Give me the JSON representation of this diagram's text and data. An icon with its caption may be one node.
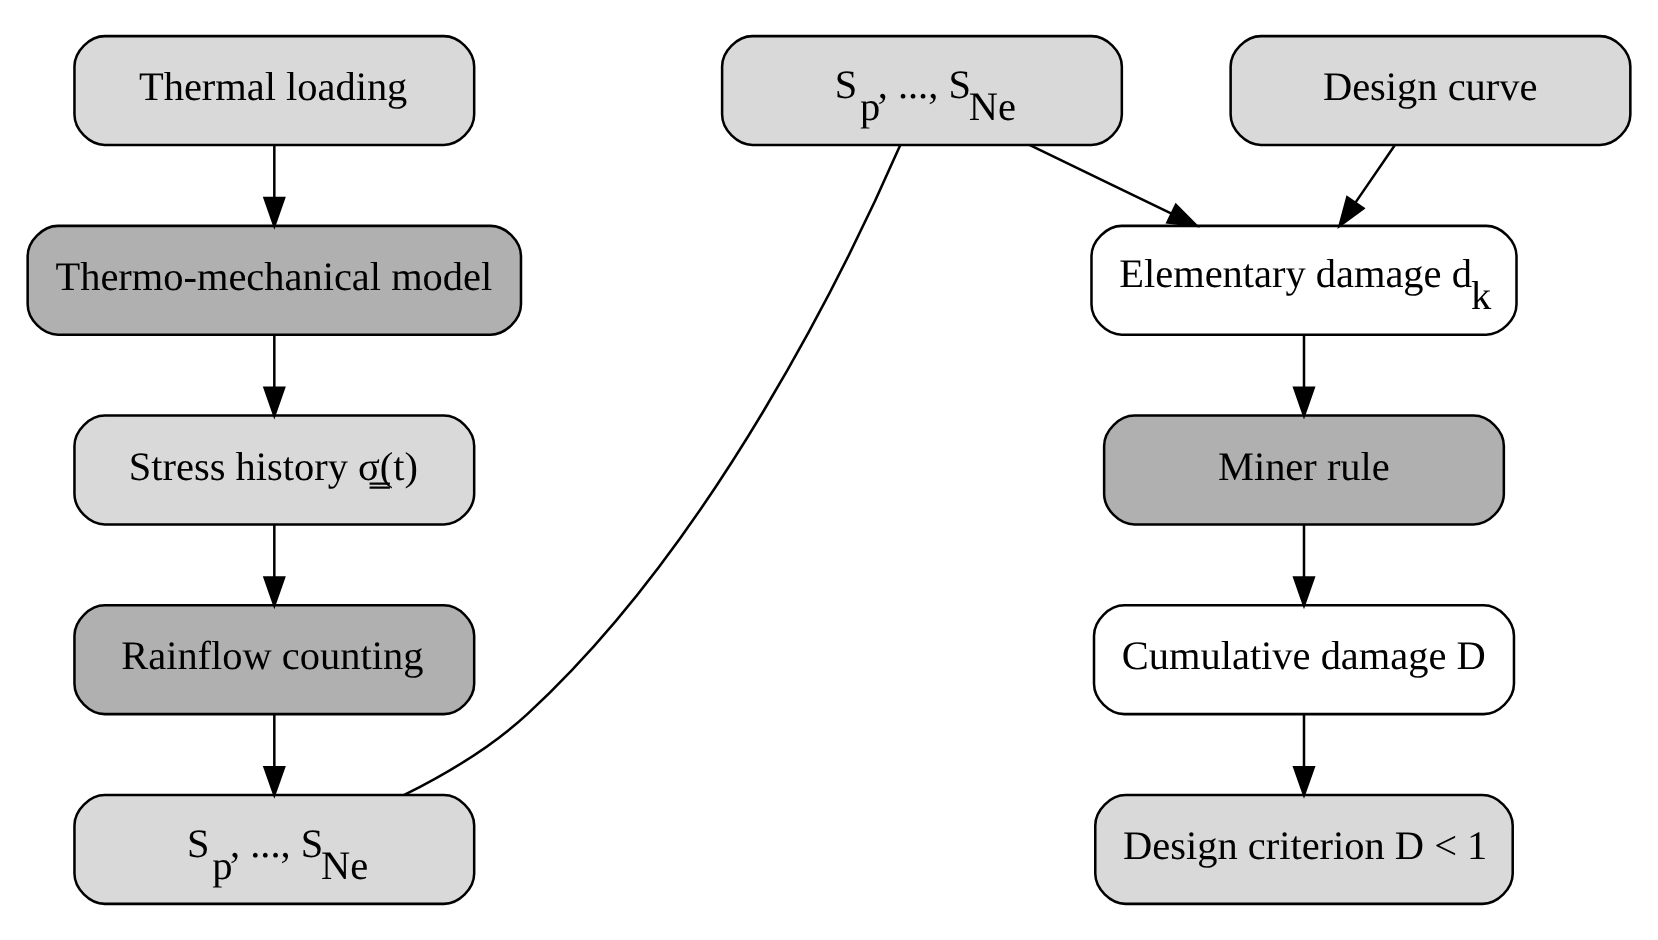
{
  "diagram": {
    "nodes": [
      {
        "text": [
          "Thermal loading"
        ]
      },
      {
        "text": [
          "Thermo-mechanical model"
        ]
      },
      {
        "text": [
          "Stress history σ̳(t)"
        ]
      },
      {
        "text": [
          "Rainflow counting"
        ]
      },
      {
        "text": [
          "S$_{p}$, ..., S$_{Ne}$"
        ]
      },
      {
        "text": [
          "S$_{p}$, ..., S$_{Ne}$"
        ]
      },
      {
        "text": [
          "Design curve"
        ]
      },
      {
        "text": [
          "Elementary damage d$_{k}$"
        ]
      },
      {
        "text": [
          "Miner rule"
        ]
      },
      {
        "text": [
          "Cumulative damage D"
        ]
      },
      {
        "text": [
          "Design criterion D < 1"
        ]
      }
    ],
    "edges": [
      {
        "from": 0,
        "to": 1,
        "arrow": "to"
      },
      {
        "from": 1,
        "to": 2,
        "arrow": "to"
      },
      {
        "from": 2,
        "to": 3,
        "arrow": "to"
      },
      {
        "from": 3,
        "to": 4,
        "arrow": "to"
      },
      {
        "from": 4,
        "to": 5,
        "arrow": "none"
      },
      {
        "from": 5,
        "to": 7,
        "arrow": "to"
      },
      {
        "from": 6,
        "to": 7,
        "arrow": "to"
      },
      {
        "from": 7,
        "to": 8,
        "arrow": "to"
      },
      {
        "from": 8,
        "to": 9,
        "arrow": "to"
      },
      {
        "from": 9,
        "to": 10,
        "arrow": "to"
      }
    ]
  }
}
